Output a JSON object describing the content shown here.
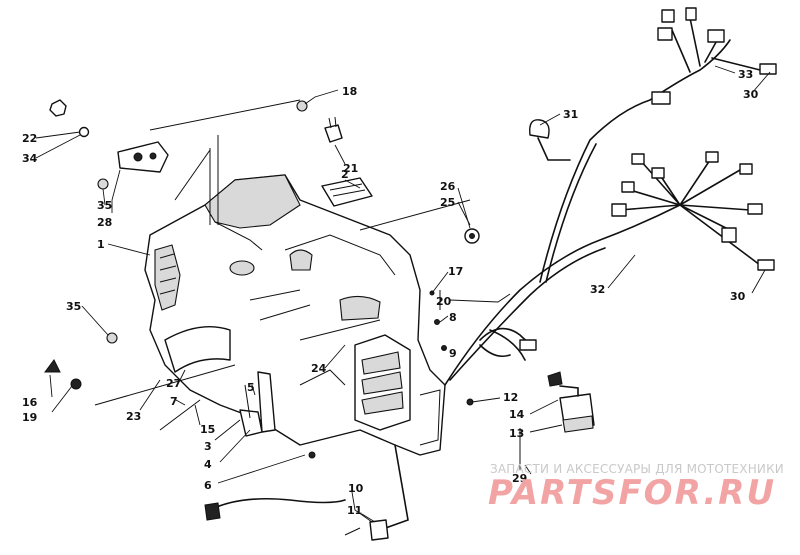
{
  "callouts": [
    "1",
    "2",
    "3",
    "4",
    "5",
    "6",
    "7",
    "8",
    "9",
    "10",
    "11",
    "12",
    "13",
    "14",
    "15",
    "16",
    "17",
    "18",
    "19",
    "20",
    "21",
    "22",
    "23",
    "24",
    "25",
    "26",
    "27",
    "28",
    "29",
    "30",
    "30",
    "31",
    "32",
    "33",
    "34",
    "35",
    "35"
  ],
  "watermark": {
    "text_small": "ЗАПАСТИ И АКСЕССУАРЫ ДЛЯ МОТОТЕХНИКИ",
    "logo": "PARTSFOR.RU",
    "color": "#f2a3a3"
  },
  "colors": {
    "ink": "#111111",
    "background": "#ffffff"
  }
}
